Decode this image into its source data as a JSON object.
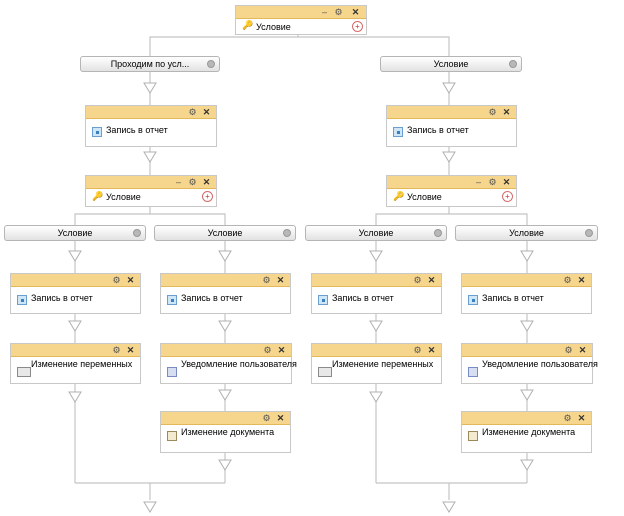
{
  "blocks": {
    "top_condition": "Условие",
    "report_left": "Запись в отчет",
    "report_right": "Запись в отчет",
    "cond_left": "Условие",
    "cond_right": "Условие",
    "report_l1": "Запись в отчет",
    "report_l2": "Запись в отчет",
    "report_r1": "Запись в отчет",
    "report_r2": "Запись в отчет",
    "var_l1": "Изменение переменных",
    "notify_l2": "Уведомление пользователя",
    "var_r1": "Изменение переменных",
    "notify_r2": "Уведомление пользователя",
    "doc_l2": "Изменение документа",
    "doc_r2": "Изменение документа"
  },
  "branches": {
    "left": "Проходим по усл...",
    "right": "Условие",
    "l1": "Условие",
    "l2": "Условие",
    "r1": "Условие",
    "r2": "Условие"
  },
  "icons": {
    "minimize": "minimize-icon",
    "settings": "gear-icon",
    "close": "close-icon",
    "add": "plus-circle-icon"
  },
  "colors": {
    "header": "#f6d58c",
    "line": "#c4c4c4"
  }
}
